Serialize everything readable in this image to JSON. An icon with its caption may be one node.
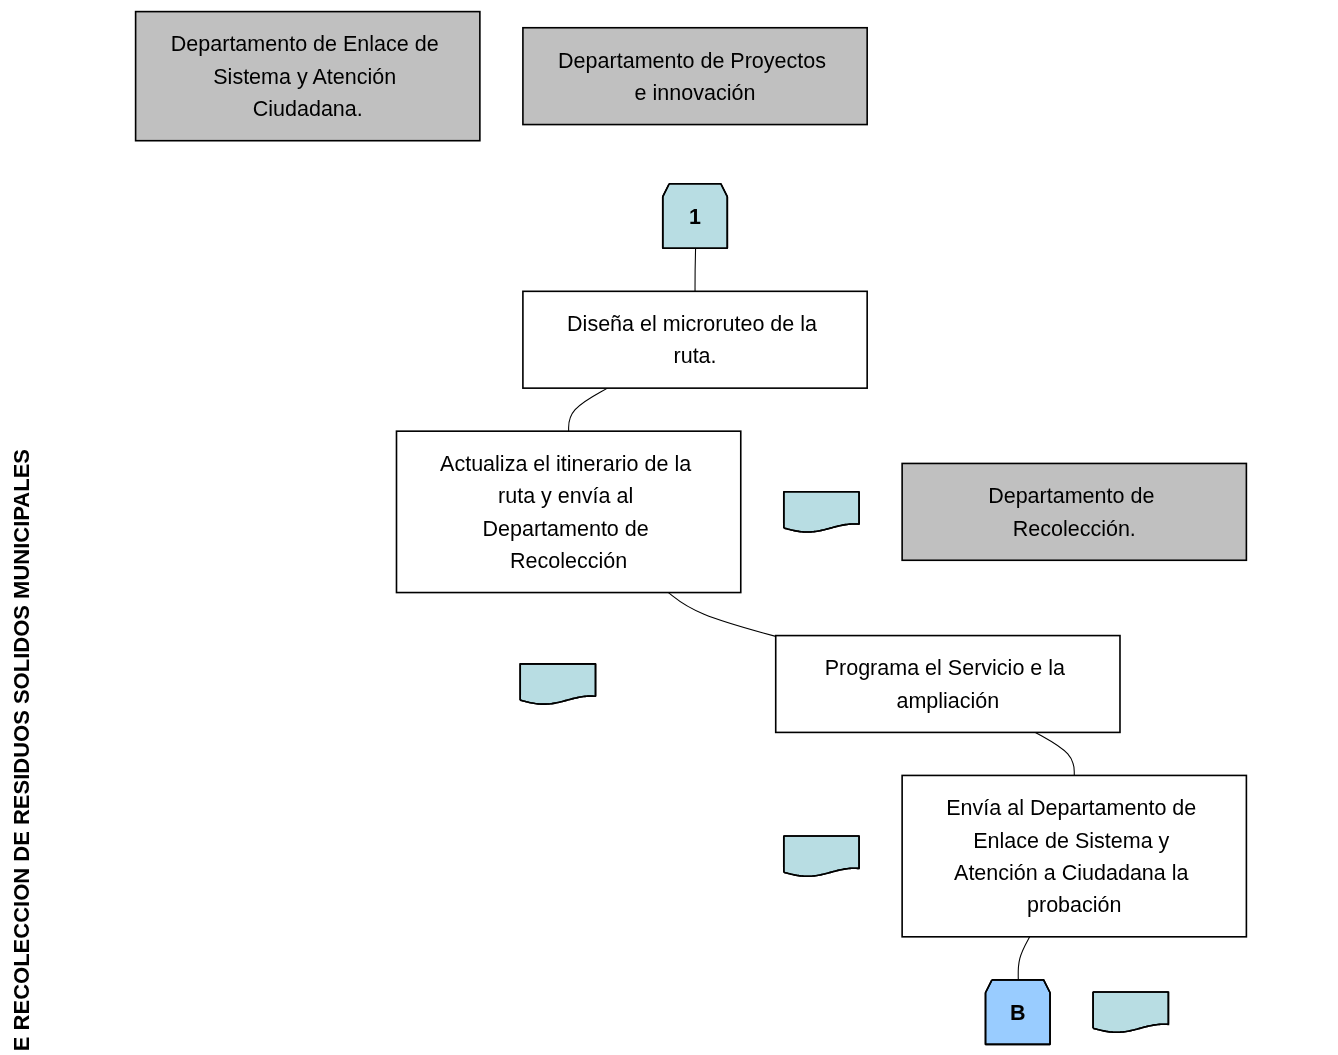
{
  "diagram": {
    "nodes": [
      {
        "text": [
          "Departamento de Enlace de Sistema y Atención Ciudadana."
        ]
      },
      {
        "text": [
          "Departamento de Proyectos e innovación"
        ]
      },
      {
        "text": [
          "Departamento de Recolección."
        ]
      },
      {
        "text": [
          "1"
        ]
      },
      {
        "text": [
          "Diseña el microruteo de la ruta."
        ]
      },
      {
        "text": [],
        "shape": "document"
      },
      {
        "text": [
          "Actualiza el itinerario de la ruta y envía al Departamento de Recolección"
        ]
      },
      {
        "text": [],
        "shape": "document"
      },
      {
        "text": [
          "Programa el Servicio e la ampliación"
        ]
      },
      {
        "text": [],
        "shape": "document"
      },
      {
        "text": [
          "Envía al Departamento de Enlace de Sistema y Atención a Ciudadana la probación"
        ]
      },
      {
        "text": [],
        "shape": "document"
      },
      {
        "text": [
          "B"
        ]
      }
    ],
    "edges": [
      {
        "from": 3,
        "to": 4,
        "arrow": "none"
      },
      {
        "from": 4,
        "to": 6,
        "arrow": "none"
      },
      {
        "from": 6,
        "to": 8,
        "arrow": "none"
      },
      {
        "from": 8,
        "to": 10,
        "arrow": "none"
      },
      {
        "from": 10,
        "to": 12,
        "arrow": "none"
      }
    ],
    "labels": [
      "E RECOLECCION DE RESIDUOS SOLIDOS MUNICIPALES"
    ]
  }
}
